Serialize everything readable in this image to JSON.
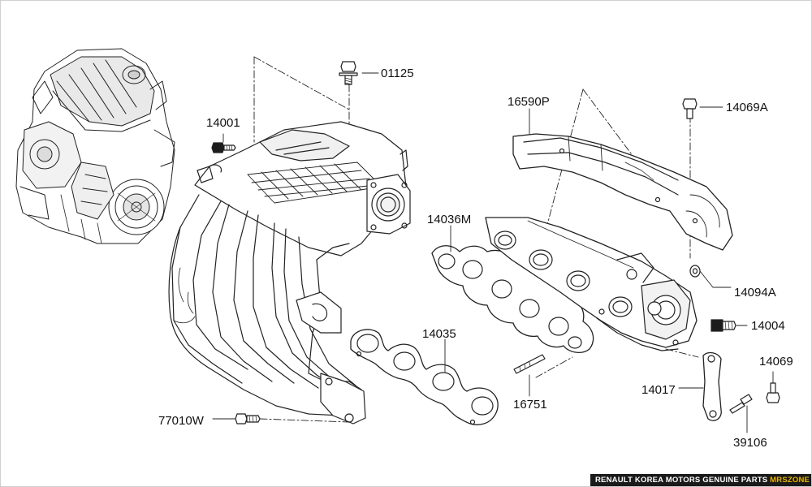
{
  "labels": {
    "p01125": "01125",
    "p14001": "14001",
    "p16590P": "16590P",
    "p14069A": "14069A",
    "p14036M": "14036M",
    "p14035": "14035",
    "p14094A": "14094A",
    "p14004": "14004",
    "p14069": "14069",
    "p14017": "14017",
    "p16751": "16751",
    "p77010W": "77010W",
    "p39106": "39106"
  },
  "footer": {
    "text": "RENAULT KOREA MOTORS GENUINE PARTS",
    "brand": "MRSZONE"
  },
  "colors": {
    "line": "#222222",
    "footer_bg": "#1a1a1a",
    "brand": "#e8b400"
  }
}
